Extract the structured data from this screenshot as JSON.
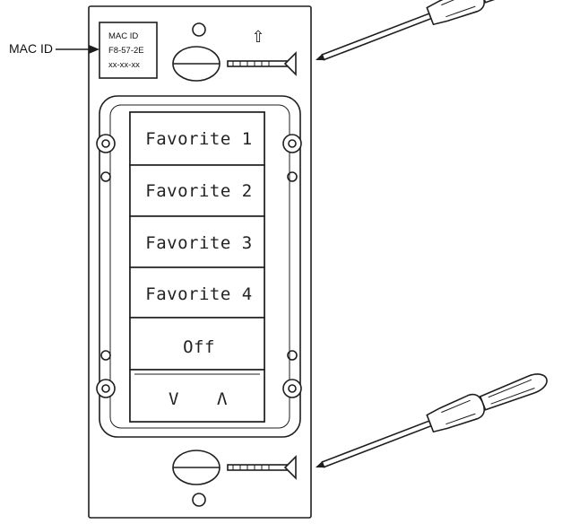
{
  "callout": {
    "label": "MAC ID"
  },
  "mac_tag": {
    "line1": "MAC ID",
    "line2": "F8-57-2E",
    "line3": "xx-xx-xx"
  },
  "buttons": [
    {
      "label": "Favorite 1"
    },
    {
      "label": "Favorite 2"
    },
    {
      "label": "Favorite 3"
    },
    {
      "label": "Favorite 4"
    },
    {
      "label": "Off"
    }
  ],
  "rocker": {
    "lower": "V",
    "raise": "Λ"
  },
  "mount_arrow": "⇧",
  "colors": {
    "ink": "#1e1e1e",
    "background": "#ffffff"
  }
}
